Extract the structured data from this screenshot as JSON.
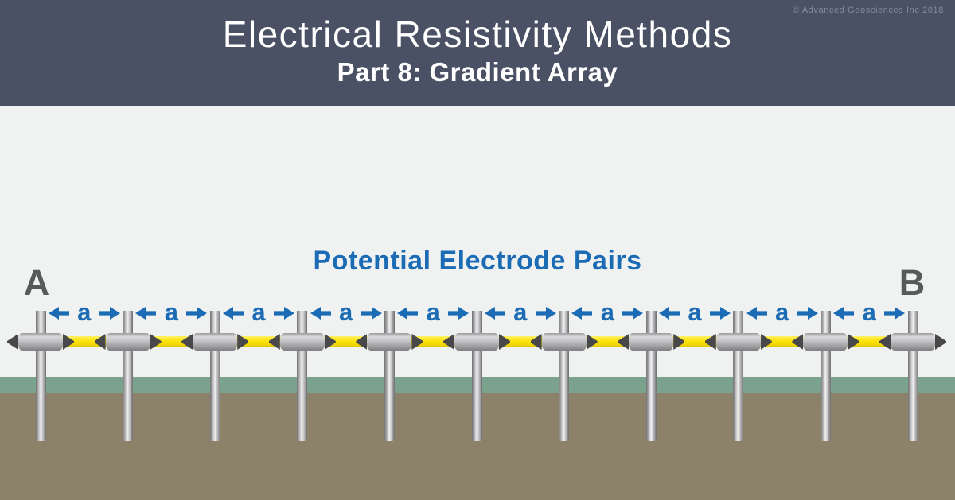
{
  "header": {
    "title": "Electrical Resistivity Methods",
    "subtitle": "Part 8: Gradient Array",
    "copyright": "© Advanced Geosciences Inc 2018",
    "bg_color": "#4b5164"
  },
  "diagram": {
    "title": "Potential Electrode Pairs",
    "left_label": "A",
    "right_label": "B",
    "spacing_label": "a",
    "electrode_count": 11,
    "gap_count": 10,
    "colors": {
      "accent_blue": "#1b6cb5",
      "cable_yellow": "#ffe512",
      "grass_green": "#7aa28c",
      "soil_brown": "#8c8169",
      "endpoint_gray": "#58595b",
      "background": "#f0f2f1",
      "header_bg": "#4b5164",
      "connector_dark": "#48484a"
    }
  }
}
